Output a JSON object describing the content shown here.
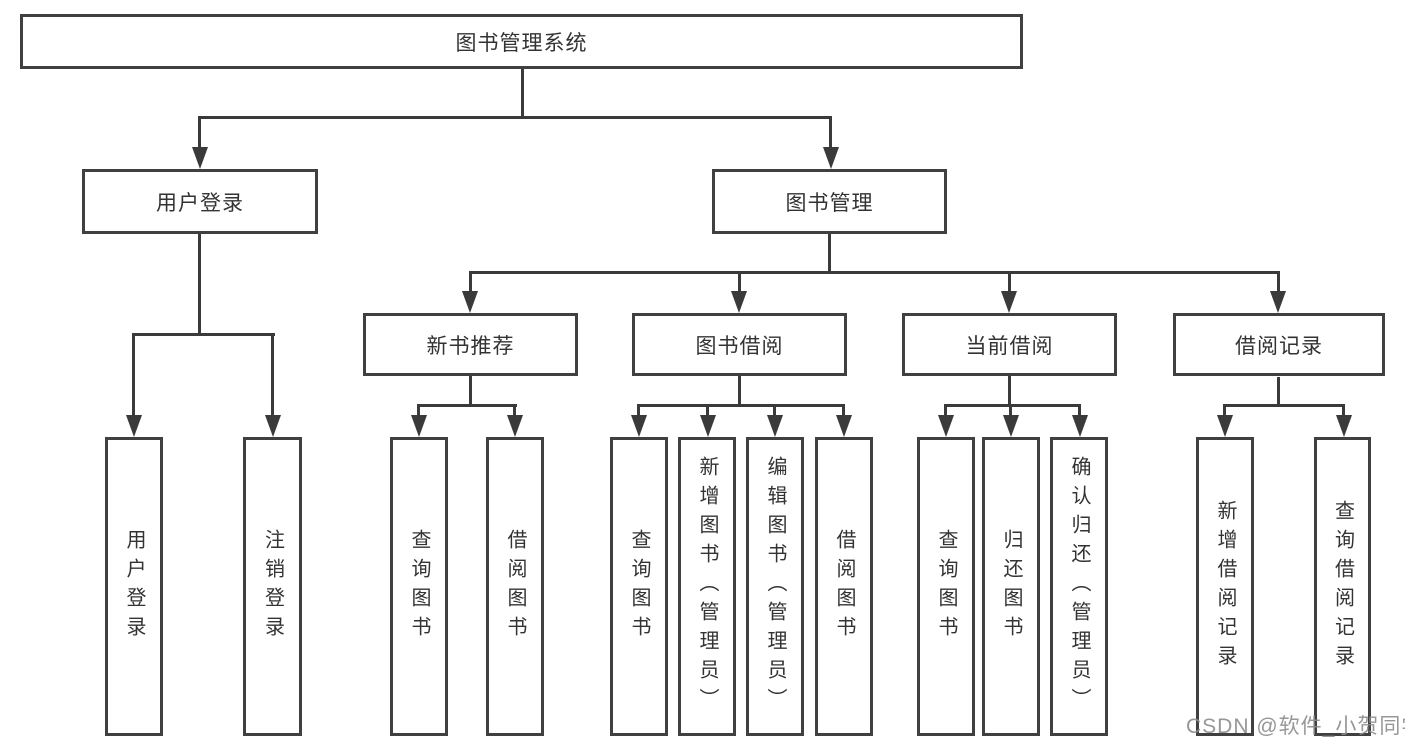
{
  "tree": {
    "root": "图书管理系统",
    "branches": [
      {
        "label": "用户登录",
        "children": [
          "用户登录",
          "注销登录"
        ]
      },
      {
        "label": "图书管理",
        "children": [
          {
            "label": "新书推荐",
            "children": [
              "查询图书",
              "借阅图书"
            ]
          },
          {
            "label": "图书借阅",
            "children": [
              "查询图书",
              "新增图书（管理员）",
              "编辑图书（管理员）",
              "借阅图书"
            ]
          },
          {
            "label": "当前借阅",
            "children": [
              "查询图书",
              "归还图书",
              "确认归还（管理员）"
            ]
          },
          {
            "label": "借阅记录",
            "children": [
              "新增借阅记录",
              "查询借阅记录"
            ]
          }
        ]
      }
    ]
  },
  "watermark": "CSDN @软件_小贺同学",
  "colors": {
    "background": "#ffffff",
    "stroke": "#3a3a3a",
    "box_border": "#404040",
    "text": "#333333",
    "watermark": "#8c8c8c"
  }
}
